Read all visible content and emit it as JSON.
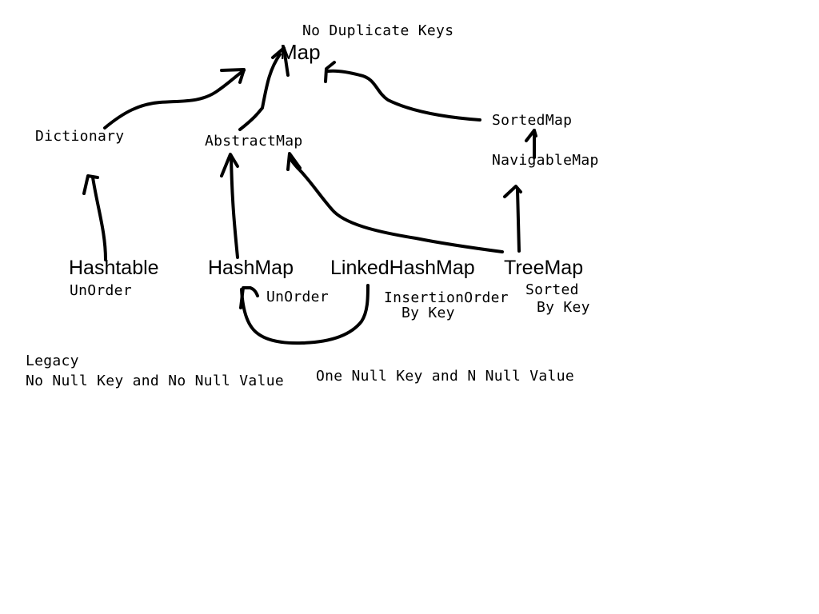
{
  "diagram": {
    "title": "No Duplicate Keys",
    "nodes": {
      "map": "Map",
      "dictionary": "Dictionary",
      "abstract_map": "AbstractMap",
      "sorted_map": "SortedMap",
      "navigable_map": "NavigableMap",
      "hashtable": "Hashtable",
      "hash_map": "HashMap",
      "linked_hash_map": "LinkedHashMap",
      "tree_map": "TreeMap"
    },
    "annotations": {
      "hashtable_order": "UnOrder",
      "hashmap_order": "UnOrder",
      "linked_order_line1": "InsertionOrder",
      "linked_order_line2": "By Key",
      "tree_order_line1": "Sorted",
      "tree_order_line2": "By Key",
      "legacy": "Legacy",
      "legacy_nulls": "No Null Key and No Null Value",
      "modern_nulls": "One Null Key and N Null Value"
    },
    "edges": [
      {
        "from": "Dictionary",
        "to": "Map"
      },
      {
        "from": "AbstractMap",
        "to": "Map"
      },
      {
        "from": "SortedMap",
        "to": "Map"
      },
      {
        "from": "NavigableMap",
        "to": "SortedMap"
      },
      {
        "from": "Hashtable",
        "to": "Dictionary"
      },
      {
        "from": "HashMap",
        "to": "AbstractMap"
      },
      {
        "from": "TreeMap",
        "to": "AbstractMap"
      },
      {
        "from": "TreeMap",
        "to": "NavigableMap"
      },
      {
        "from": "LinkedHashMap",
        "to": "HashMap"
      }
    ],
    "colors": {
      "background": "#ffffff",
      "ink": "#000000"
    }
  }
}
